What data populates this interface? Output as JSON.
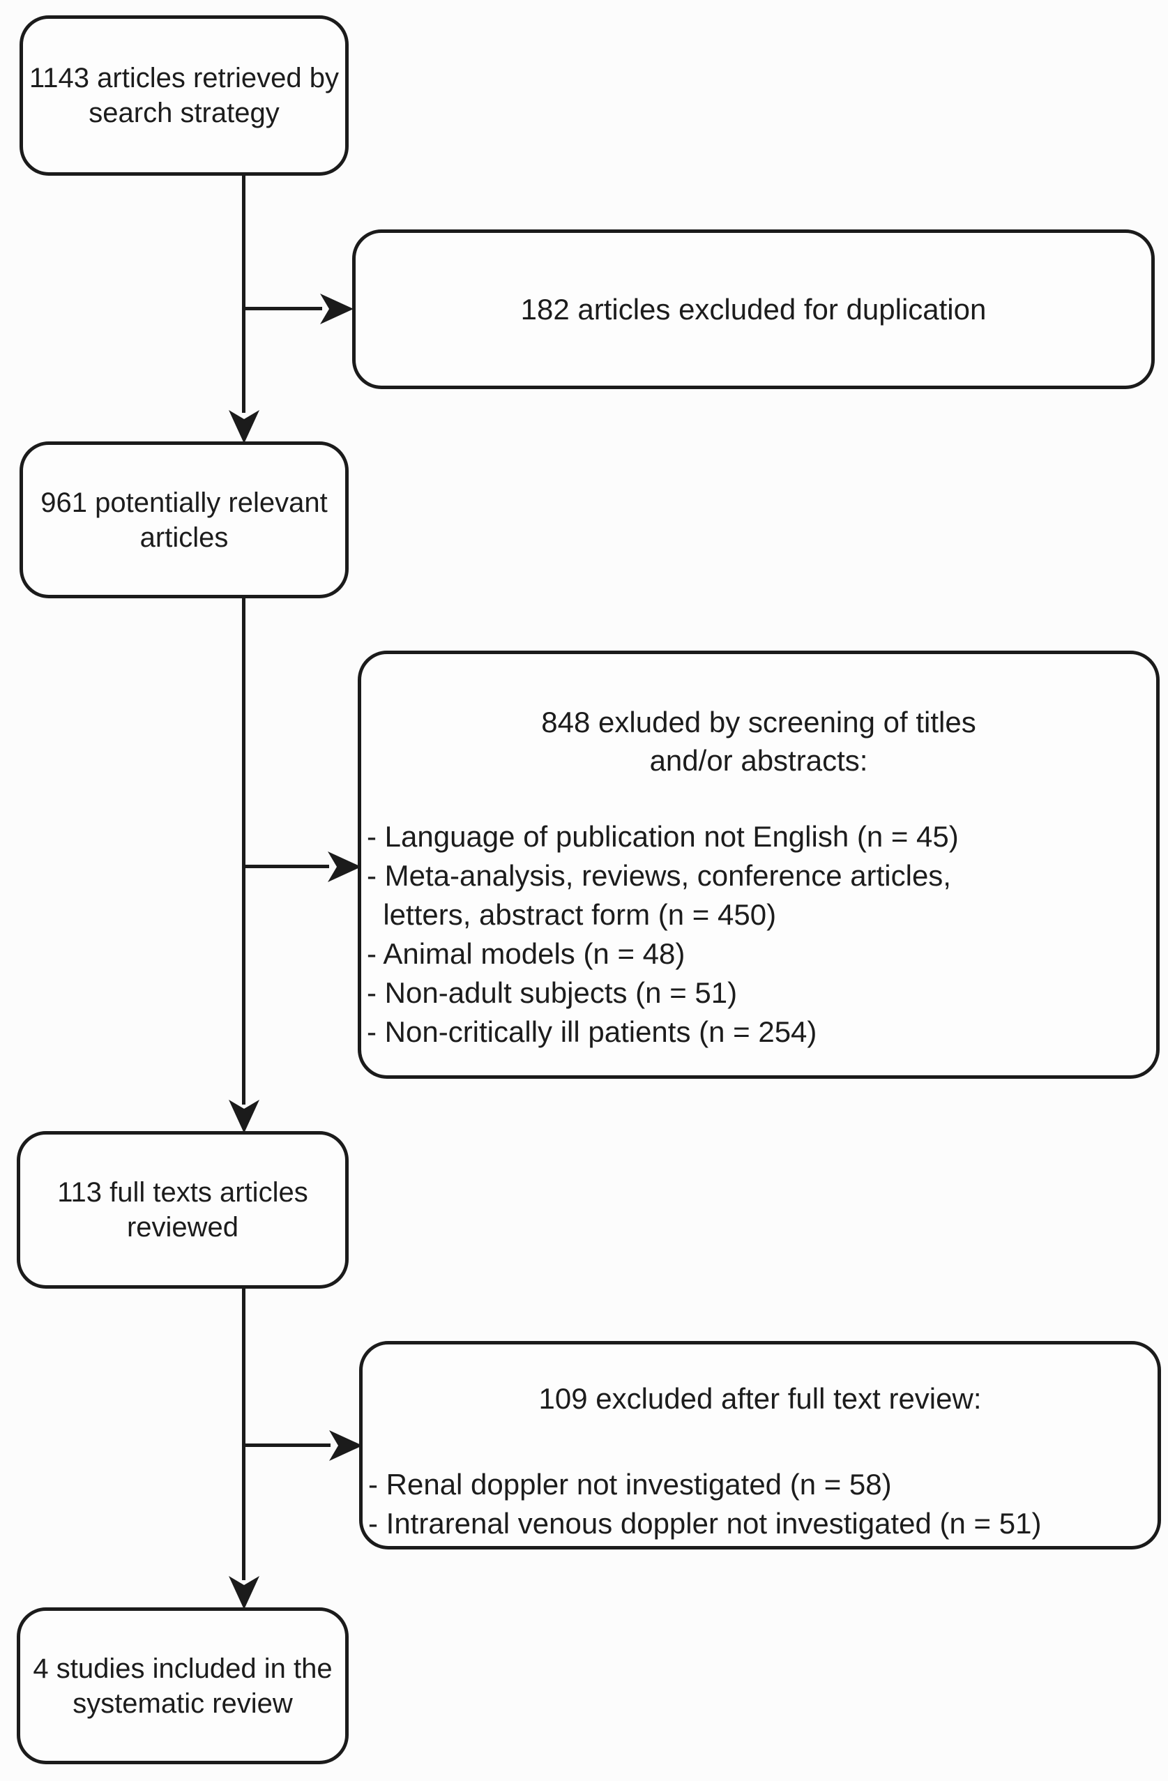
{
  "diagram": {
    "type": "flowchart",
    "description": "Systematic review article selection flow diagram",
    "colors": {
      "line": "#1b1b1b",
      "text": "#1c1c1c",
      "box_fill": "#fdfdfd",
      "background": "#fcfcfc"
    },
    "boxes": {
      "retrieved": {
        "text": "1143 articles retrieved by\nsearch strategy"
      },
      "excluded_duplication": {
        "text": "182 articles excluded for duplication"
      },
      "potentially_relevant": {
        "text": "961 potentially relevant\narticles"
      },
      "excluded_screening": {
        "title": "848 exluded by screening of titles\nand/or abstracts:",
        "items": [
          "- Language of publication not English (n = 45)",
          "- Meta-analysis, reviews, conference articles,\n  letters, abstract form (n = 450)",
          "- Animal models (n = 48)",
          "- Non-adult subjects (n = 51)",
          "- Non-critically ill patients (n = 254)"
        ]
      },
      "full_text_reviewed": {
        "text": "113 full texts articles\nreviewed"
      },
      "excluded_full_text": {
        "title": "109 excluded after full text review:",
        "items": [
          "- Renal doppler not investigated (n = 58)",
          "- Intrarenal venous doppler not investigated (n = 51)"
        ]
      },
      "included": {
        "text": "4 studies included in the\nsystematic review"
      }
    },
    "connectors": [
      {
        "from": "retrieved",
        "to": "potentially_relevant"
      },
      {
        "from": "retrieved",
        "to": "excluded_duplication"
      },
      {
        "from": "potentially_relevant",
        "to": "full_text_reviewed"
      },
      {
        "from": "potentially_relevant",
        "to": "excluded_screening"
      },
      {
        "from": "full_text_reviewed",
        "to": "included"
      },
      {
        "from": "full_text_reviewed",
        "to": "excluded_full_text"
      }
    ]
  }
}
